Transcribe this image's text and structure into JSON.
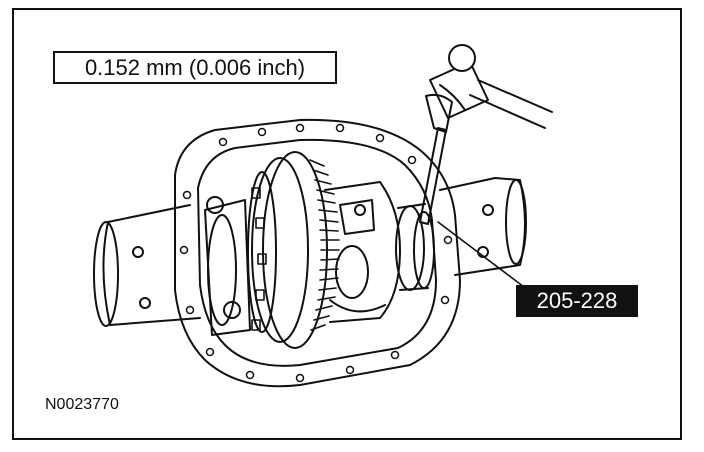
{
  "figure": {
    "specification": "0.152 mm (0.006 inch)",
    "tool_number": "205-228",
    "figure_id": "N0023770"
  },
  "colors": {
    "line": "#111111",
    "label_background": "#111111",
    "label_text": "#ffffff",
    "paper": "#ffffff"
  },
  "icons": {
    "illustration": "differential-housing-with-ring-gear",
    "tool": "hammer-and-spreader-drift"
  }
}
